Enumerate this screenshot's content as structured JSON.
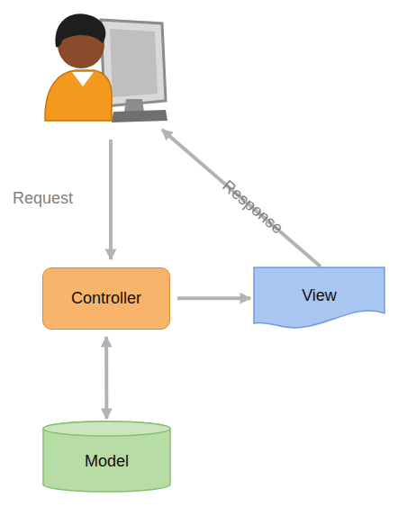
{
  "diagram": {
    "nodes": [
      {
        "text": [
          "Controller"
        ]
      },
      {
        "text": [
          "View"
        ]
      },
      {
        "text": [
          "Model"
        ]
      }
    ],
    "edges": [
      {
        "from": 0,
        "to": 1,
        "arrow": "to"
      },
      {
        "from": 0,
        "to": 2,
        "arrow": "both"
      }
    ],
    "labels": [
      "Request",
      "Response"
    ]
  }
}
